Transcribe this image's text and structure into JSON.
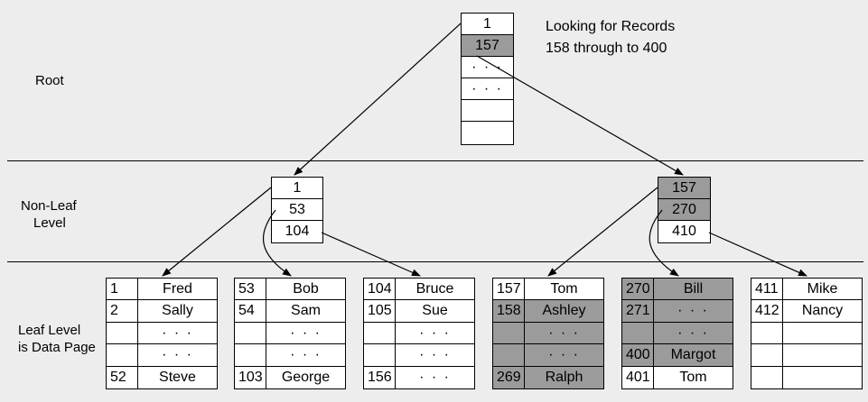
{
  "labels": {
    "root": "Root",
    "non_leaf_line1": "Non-Leaf",
    "non_leaf_line2": "Level",
    "leaf_line1": "Leaf Level",
    "leaf_line2": "is Data Page",
    "note_line1": "Looking for Records",
    "note_line2": "158 through to 400"
  },
  "colors": {
    "highlight": "#9b9b9b",
    "background": "#ededed"
  },
  "root_node": {
    "cells": [
      {
        "text": "1",
        "hl": false
      },
      {
        "text": "157",
        "hl": true
      },
      {
        "text": "· · ·",
        "hl": false
      },
      {
        "text": "· · ·",
        "hl": false
      },
      {
        "text": "",
        "hl": false
      },
      {
        "text": "",
        "hl": false
      }
    ]
  },
  "nonleaf_nodes": [
    {
      "cells": [
        {
          "text": "1",
          "hl": false
        },
        {
          "text": "53",
          "hl": false
        },
        {
          "text": "104",
          "hl": false
        }
      ]
    },
    {
      "cells": [
        {
          "text": "157",
          "hl": true
        },
        {
          "text": "270",
          "hl": true
        },
        {
          "text": "410",
          "hl": false
        }
      ]
    }
  ],
  "leaf_pages": [
    {
      "rows": [
        {
          "id": "1",
          "name": "Fred",
          "hl": false
        },
        {
          "id": "2",
          "name": "Sally",
          "hl": false
        },
        {
          "id": "",
          "name": "· · ·",
          "hl": false
        },
        {
          "id": "",
          "name": "· · ·",
          "hl": false
        },
        {
          "id": "52",
          "name": "Steve",
          "hl": false
        }
      ]
    },
    {
      "rows": [
        {
          "id": "53",
          "name": "Bob",
          "hl": false
        },
        {
          "id": "54",
          "name": "Sam",
          "hl": false
        },
        {
          "id": "",
          "name": "· · ·",
          "hl": false
        },
        {
          "id": "",
          "name": "· · ·",
          "hl": false
        },
        {
          "id": "103",
          "name": "George",
          "hl": false
        }
      ]
    },
    {
      "rows": [
        {
          "id": "104",
          "name": "Bruce",
          "hl": false
        },
        {
          "id": "105",
          "name": "Sue",
          "hl": false
        },
        {
          "id": "",
          "name": "· · ·",
          "hl": false
        },
        {
          "id": "",
          "name": "· · ·",
          "hl": false
        },
        {
          "id": "156",
          "name": "· · ·",
          "hl": false
        }
      ]
    },
    {
      "rows": [
        {
          "id": "157",
          "name": "Tom",
          "hl": false
        },
        {
          "id": "158",
          "name": "Ashley",
          "hl": true
        },
        {
          "id": "",
          "name": "· · ·",
          "hl": true
        },
        {
          "id": "",
          "name": "· · ·",
          "hl": true
        },
        {
          "id": "269",
          "name": "Ralph",
          "hl": true
        }
      ]
    },
    {
      "rows": [
        {
          "id": "270",
          "name": "Bill",
          "hl": true
        },
        {
          "id": "271",
          "name": "· · ·",
          "hl": true
        },
        {
          "id": "",
          "name": "· · ·",
          "hl": true
        },
        {
          "id": "400",
          "name": "Margot",
          "hl": true
        },
        {
          "id": "401",
          "name": "Tom",
          "hl": false
        }
      ]
    },
    {
      "rows": [
        {
          "id": "411",
          "name": "Mike",
          "hl": false
        },
        {
          "id": "412",
          "name": "Nancy",
          "hl": false
        },
        {
          "id": "",
          "name": "",
          "hl": false
        },
        {
          "id": "",
          "name": "",
          "hl": false
        },
        {
          "id": "",
          "name": "",
          "hl": false
        }
      ]
    }
  ]
}
